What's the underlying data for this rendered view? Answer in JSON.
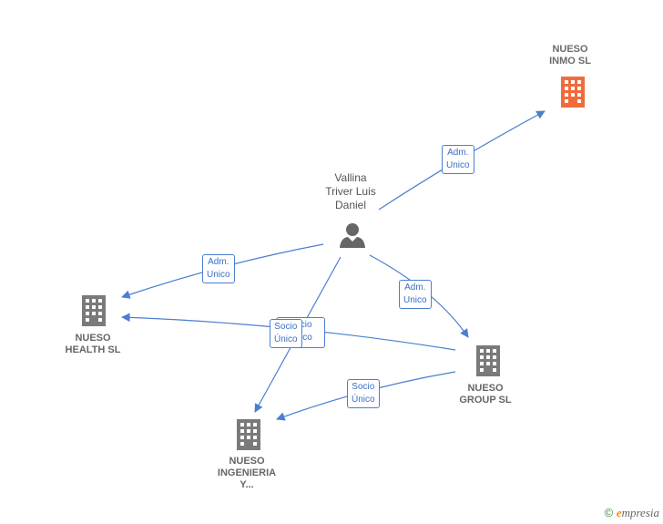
{
  "nodes": {
    "person": {
      "name": "Vallina\nTriver Luis\nDaniel"
    },
    "inmo": {
      "name": "NUESO\nINMO  SL"
    },
    "health": {
      "name": "NUESO\nHEALTH  SL"
    },
    "group": {
      "name": "NUESO\nGROUP  SL"
    },
    "ingenieria": {
      "name": "NUESO\nINGENIERIA\nY..."
    }
  },
  "edges": {
    "person_inmo": {
      "line1": "Adm.",
      "line2": "Unico"
    },
    "person_health": {
      "line1": "Adm.",
      "line2": "Unico"
    },
    "person_group": {
      "line1": "Adm.",
      "line2": "Unico"
    },
    "person_ing_back": {
      "line1": "Socio",
      "line2": "Único"
    },
    "group_health": {
      "line1": "Socio",
      "line2": "Único"
    },
    "group_ing": {
      "line1": "Socio",
      "line2": "Único"
    }
  },
  "footer": {
    "copyright": "©",
    "brand_e": "e",
    "brand_rest": "mpresia"
  },
  "colors": {
    "edge": "#4a7fd0",
    "building": "#7a7a7a",
    "highlight": "#f26b3a",
    "person": "#666666"
  }
}
